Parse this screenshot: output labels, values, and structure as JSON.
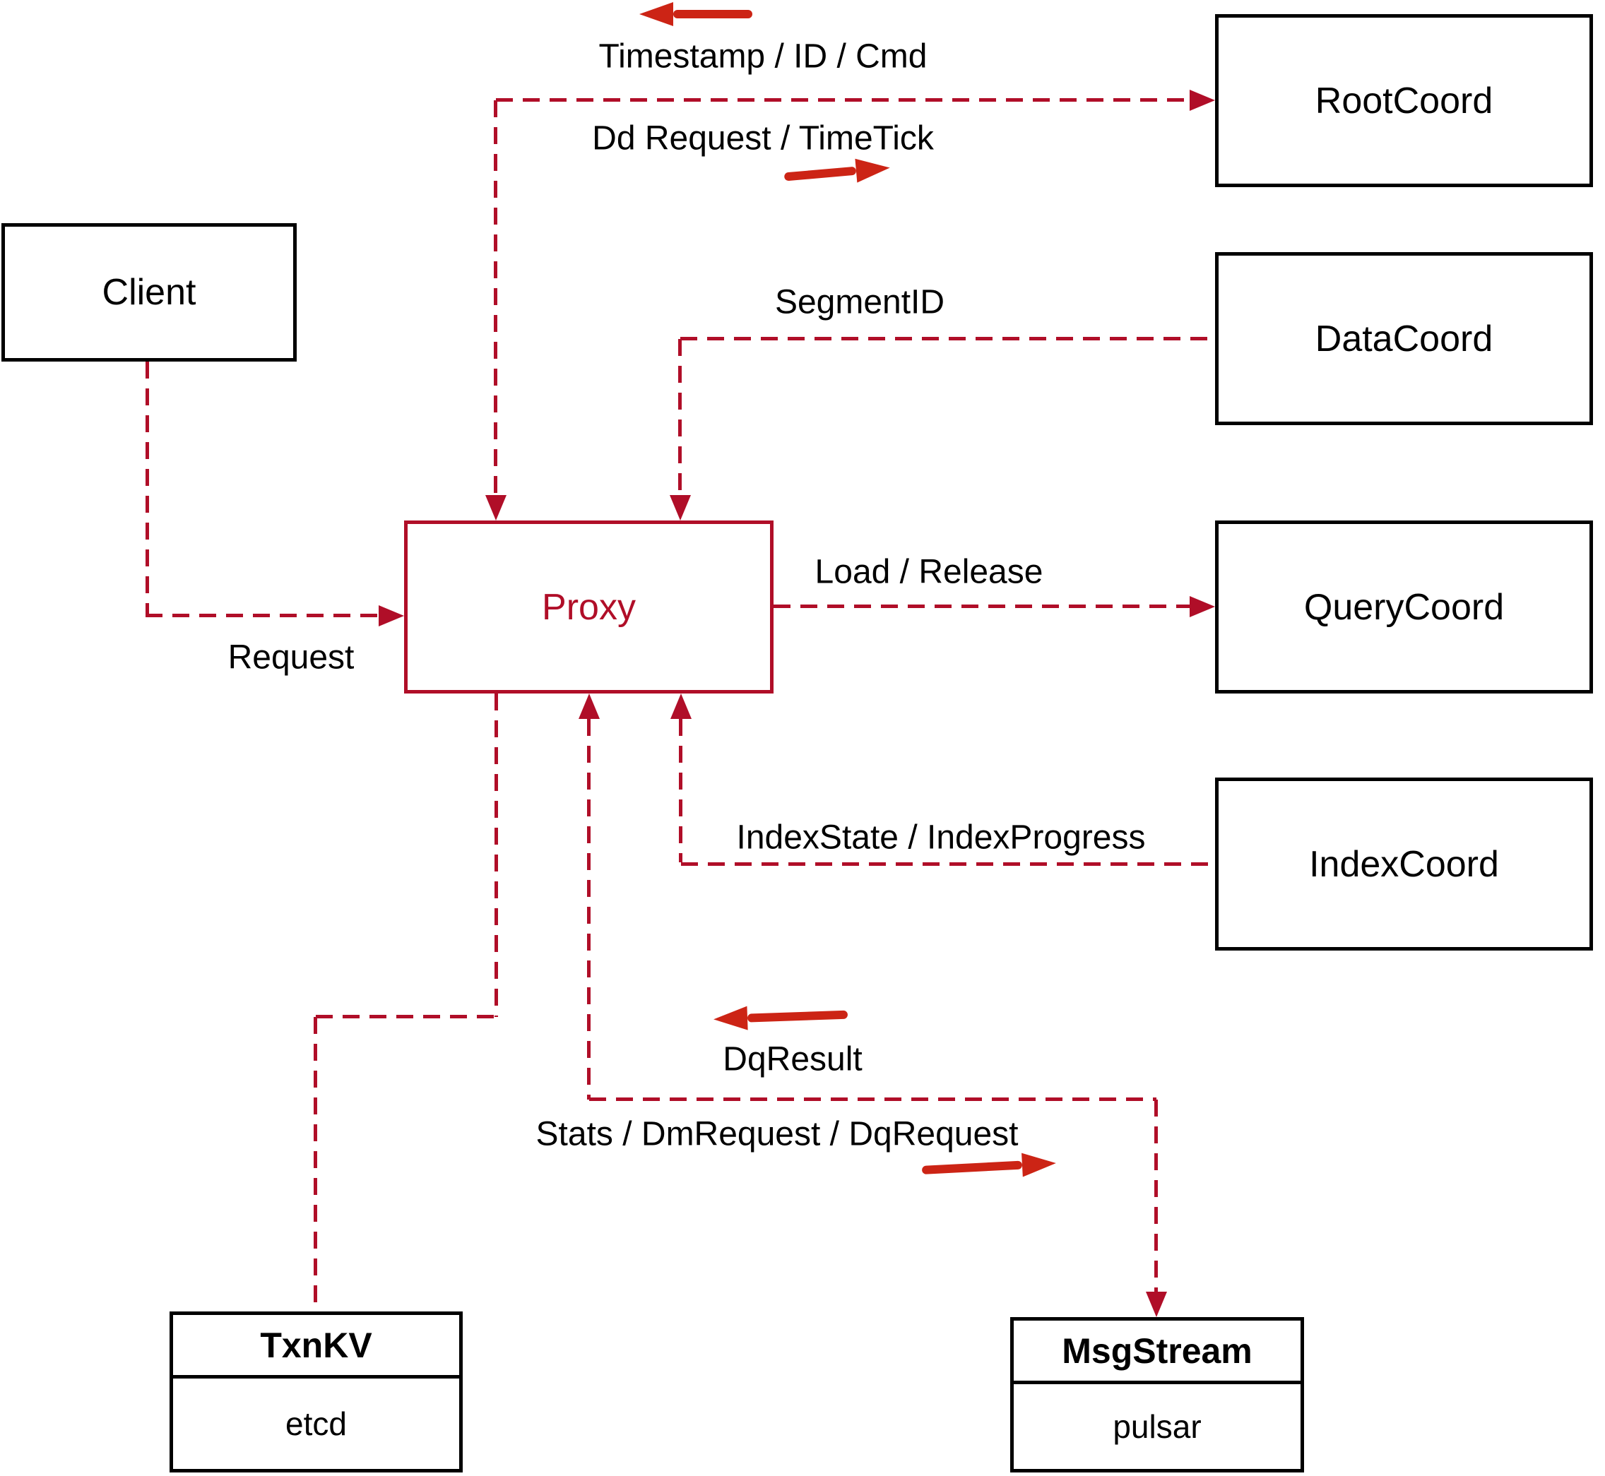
{
  "diagram": {
    "title_hint": "proxy-coordinator architecture diagram",
    "nodes": {
      "client": {
        "label": "Client"
      },
      "proxy": {
        "label": "Proxy"
      },
      "root_coord": {
        "label": "RootCoord"
      },
      "data_coord": {
        "label": "DataCoord"
      },
      "query_coord": {
        "label": "QueryCoord"
      },
      "index_coord": {
        "label": "IndexCoord"
      },
      "txn_kv": {
        "title": "TxnKV",
        "subtitle": "etcd"
      },
      "msg_stream": {
        "title": "MsgStream",
        "subtitle": "pulsar"
      }
    },
    "edge_labels": {
      "timestamp_id_cmd": "Timestamp / ID / Cmd",
      "dd_request_timetick": "Dd Request / TimeTick",
      "segment_id": "SegmentID",
      "load_release": "Load / Release",
      "index_state_progress": "IndexState / IndexProgress",
      "request": "Request",
      "dq_result": "DqResult",
      "stats_dm_dq_request": "Stats / DmRequest / DqRequest"
    },
    "colors": {
      "dashed_line": "#b00e28",
      "solid_arrow": "#cc2415",
      "box_border": "#000000",
      "text": "#000000",
      "proxy_accent": "#b00e28"
    }
  }
}
